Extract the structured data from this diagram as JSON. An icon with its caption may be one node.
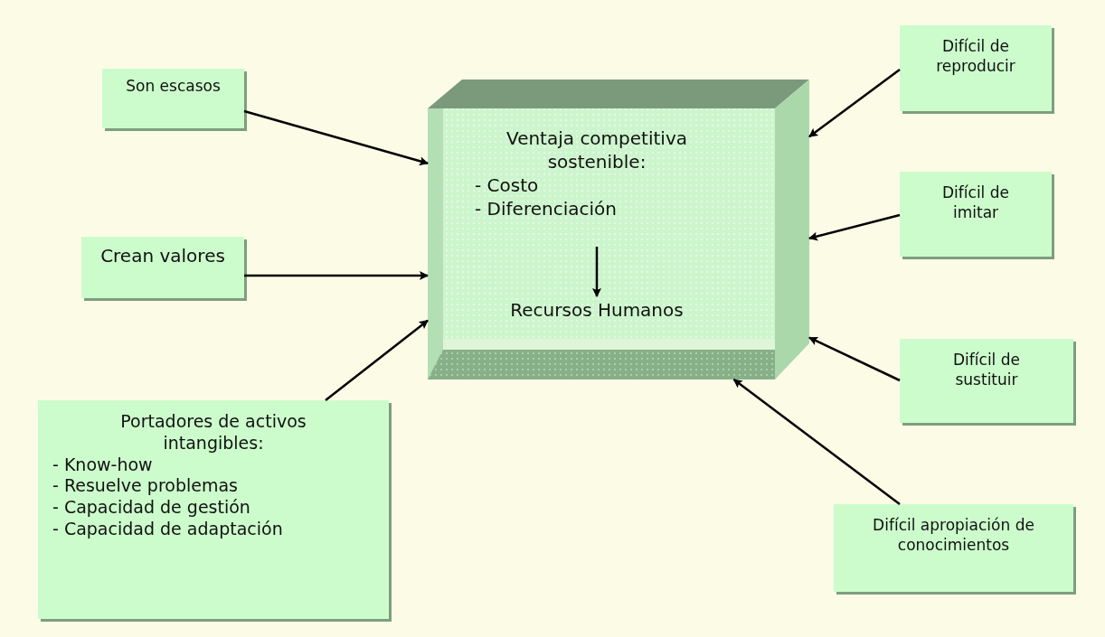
{
  "diagram": {
    "nodes": [
      {
        "text": [],
        "shape": "box"
      },
      {
        "text": [
          "Ventaja competitiva sostenible:",
          "- Costo",
          "- Diferenciación"
        ],
        "in": 0
      },
      {
        "text": [
          "Recursos Humanos"
        ],
        "in": 0
      },
      {
        "text": [
          "Son escasos"
        ]
      },
      {
        "text": [
          "Crean valores"
        ]
      },
      {
        "text": [
          "Portadores de activos intangibles:",
          "- Know-how",
          "- Resuelve problemas",
          "- Capacidad de gestión",
          "- Capacidad de adaptación"
        ]
      },
      {
        "text": [
          "Difícil de reproducir"
        ]
      },
      {
        "text": [
          "Difícil de imitar"
        ]
      },
      {
        "text": [
          "Difícil de sustituir"
        ]
      },
      {
        "text": [
          "Difícil apropiación de conocimientos"
        ]
      }
    ],
    "edges": [
      {
        "from": 1,
        "to": 2,
        "arrow": "to"
      },
      {
        "from": 3,
        "to": 0,
        "arrow": "to"
      },
      {
        "from": 4,
        "to": 0,
        "arrow": "to"
      },
      {
        "from": 5,
        "to": 0,
        "arrow": "to"
      },
      {
        "from": 6,
        "to": 0,
        "arrow": "to"
      },
      {
        "from": 7,
        "to": 0,
        "arrow": "to"
      },
      {
        "from": 8,
        "to": 0,
        "arrow": "to"
      },
      {
        "from": 9,
        "to": 0,
        "arrow": "to"
      }
    ]
  }
}
